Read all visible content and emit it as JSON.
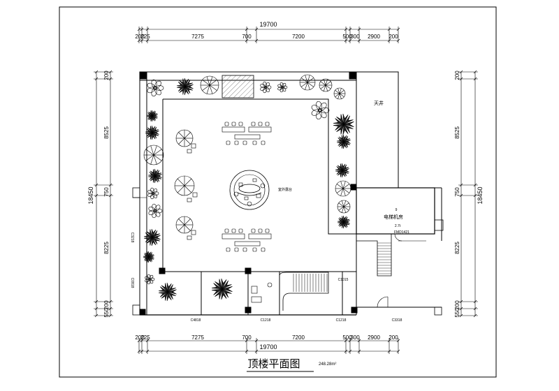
{
  "plan": {
    "title": "顶楼平面图",
    "area": "248.28m²"
  },
  "dimensions": {
    "top": {
      "total": "19700",
      "segments": [
        "200",
        "225",
        "7275",
        "700",
        "7200",
        "500",
        "300",
        "2900",
        "200"
      ]
    },
    "bottom": {
      "total": "19700",
      "segments": [
        "200",
        "225",
        "7275",
        "700",
        "7200",
        "500",
        "300",
        "2900",
        "200"
      ]
    },
    "left": {
      "total": "18450",
      "segments": [
        "200",
        "8525",
        "750",
        "8225",
        "200",
        "550"
      ]
    },
    "right": {
      "total": "18450",
      "segments": [
        "200",
        "8525",
        "750",
        "8225",
        "200",
        "550"
      ]
    }
  },
  "rooms": {
    "skylight": "天井",
    "elevator_room": "电梯机房",
    "terrace": "室外露台",
    "elevator_note_1": "9",
    "elevator_note_2": "2.7t",
    "elevator_door": "FMD1421"
  },
  "windows": {
    "c3218": "C3218",
    "c0818": "C0818",
    "c4818": "C4818",
    "c1218_a": "C1218",
    "c1218_b": "C1218",
    "c1015": "C1015",
    "c3318": "C3318"
  }
}
